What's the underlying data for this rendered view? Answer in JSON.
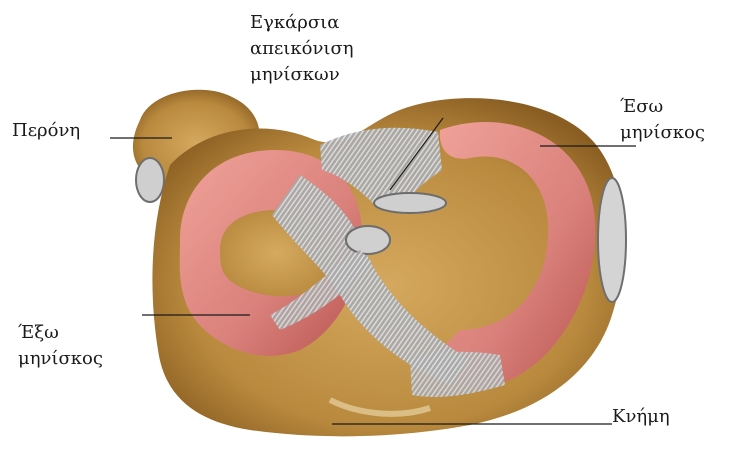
{
  "labels": {
    "transverse_ligament": [
      "Εγκάρσια",
      "απεικόνιση",
      "μηνίσκων"
    ],
    "fibula": "Περόνη",
    "medial_meniscus": [
      "Έσω",
      "μηνίσκος"
    ],
    "lateral_meniscus": [
      "Έξω",
      "μηνίσκος"
    ],
    "tibia": "Κνήμη"
  },
  "colors": {
    "bone": "#b98a3e",
    "bone_dark": "#8a5e22",
    "plateau": "#c99a4d",
    "meniscus": "#d9807a",
    "meniscus_dark": "#b8524f",
    "ligament": "#b4b4b4",
    "ligament_dark": "#7c7c7c",
    "leader_line": "#1a1a1a"
  }
}
